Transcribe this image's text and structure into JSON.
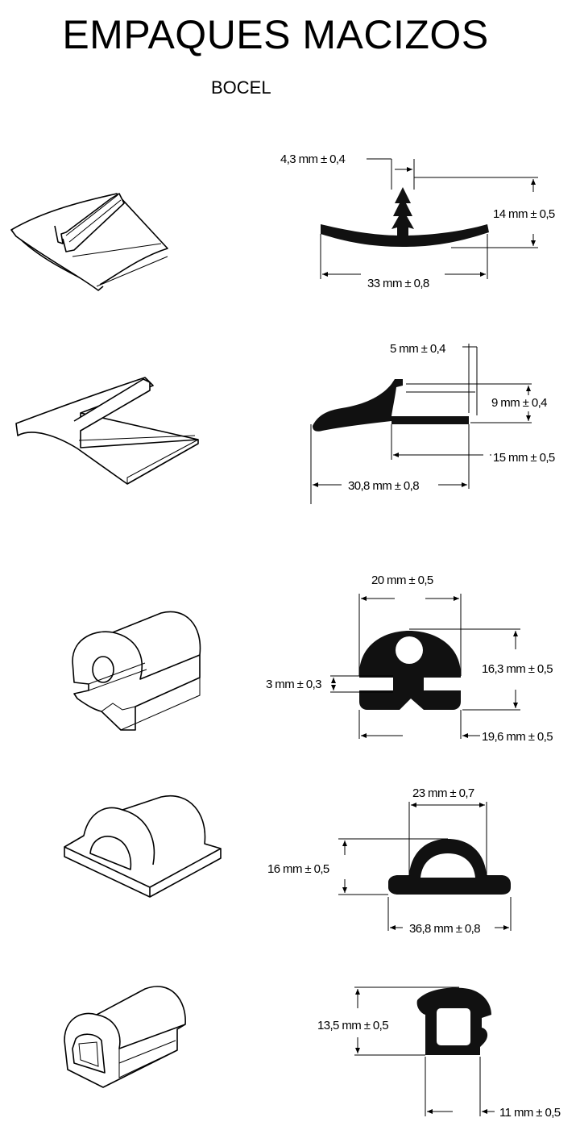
{
  "header": {
    "title": "EMPAQUES MACIZOS",
    "subtitle": "BOCEL"
  },
  "profiles": [
    {
      "id": 1,
      "dims": {
        "tip_width": "4,3 mm ± 0,4",
        "height": "14 mm ± 0,5",
        "base_width": "33 mm ± 0,8"
      }
    },
    {
      "id": 2,
      "dims": {
        "lip": "5 mm ± 0,4",
        "height": "9 mm ± 0,4",
        "tongue": "15 mm ± 0,5",
        "total_width": "30,8 mm ± 0,8"
      }
    },
    {
      "id": 3,
      "dims": {
        "top_width": "20 mm ± 0,5",
        "slot": "3 mm ± 0,3",
        "height": "16,3 mm ± 0,5",
        "bottom_width": "19,6 mm ± 0,5"
      }
    },
    {
      "id": 4,
      "dims": {
        "bulb_width": "23 mm ± 0,7",
        "height": "16 mm ± 0,5",
        "base_width": "36,8 mm ± 0,8"
      }
    },
    {
      "id": 5,
      "dims": {
        "height": "13,5 mm ± 0,5",
        "width": "11 mm ± 0,5"
      }
    }
  ]
}
